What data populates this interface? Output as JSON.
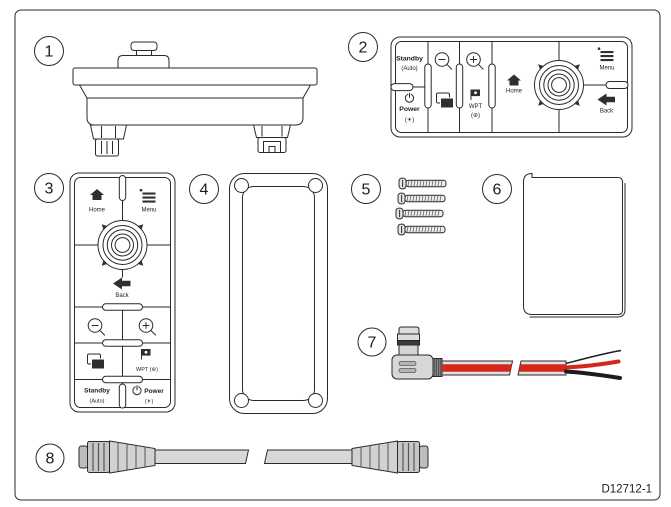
{
  "diagram": {
    "type": "installation-parts-diagram",
    "drawing_number": "D12712-1",
    "badge_numbers": [
      "1",
      "2",
      "3",
      "4",
      "5",
      "6",
      "7",
      "8"
    ],
    "screw_count": 4,
    "keypad_labels": {
      "standby": "Standby",
      "standby_sub": "(Auto)",
      "power": "Power",
      "power_sub": "(☀)",
      "home": "Home",
      "menu": "Menu",
      "back": "Back",
      "wpt": "WPT",
      "wpt_sub": "(⊛)",
      "wpt_inline": "WPT (⊛)"
    },
    "colors": {
      "line": "#2a2a2a",
      "cable_red": "#d3281e",
      "connector_gray": "#c9c9c9",
      "cable_gray": "#d8d8d8"
    }
  }
}
